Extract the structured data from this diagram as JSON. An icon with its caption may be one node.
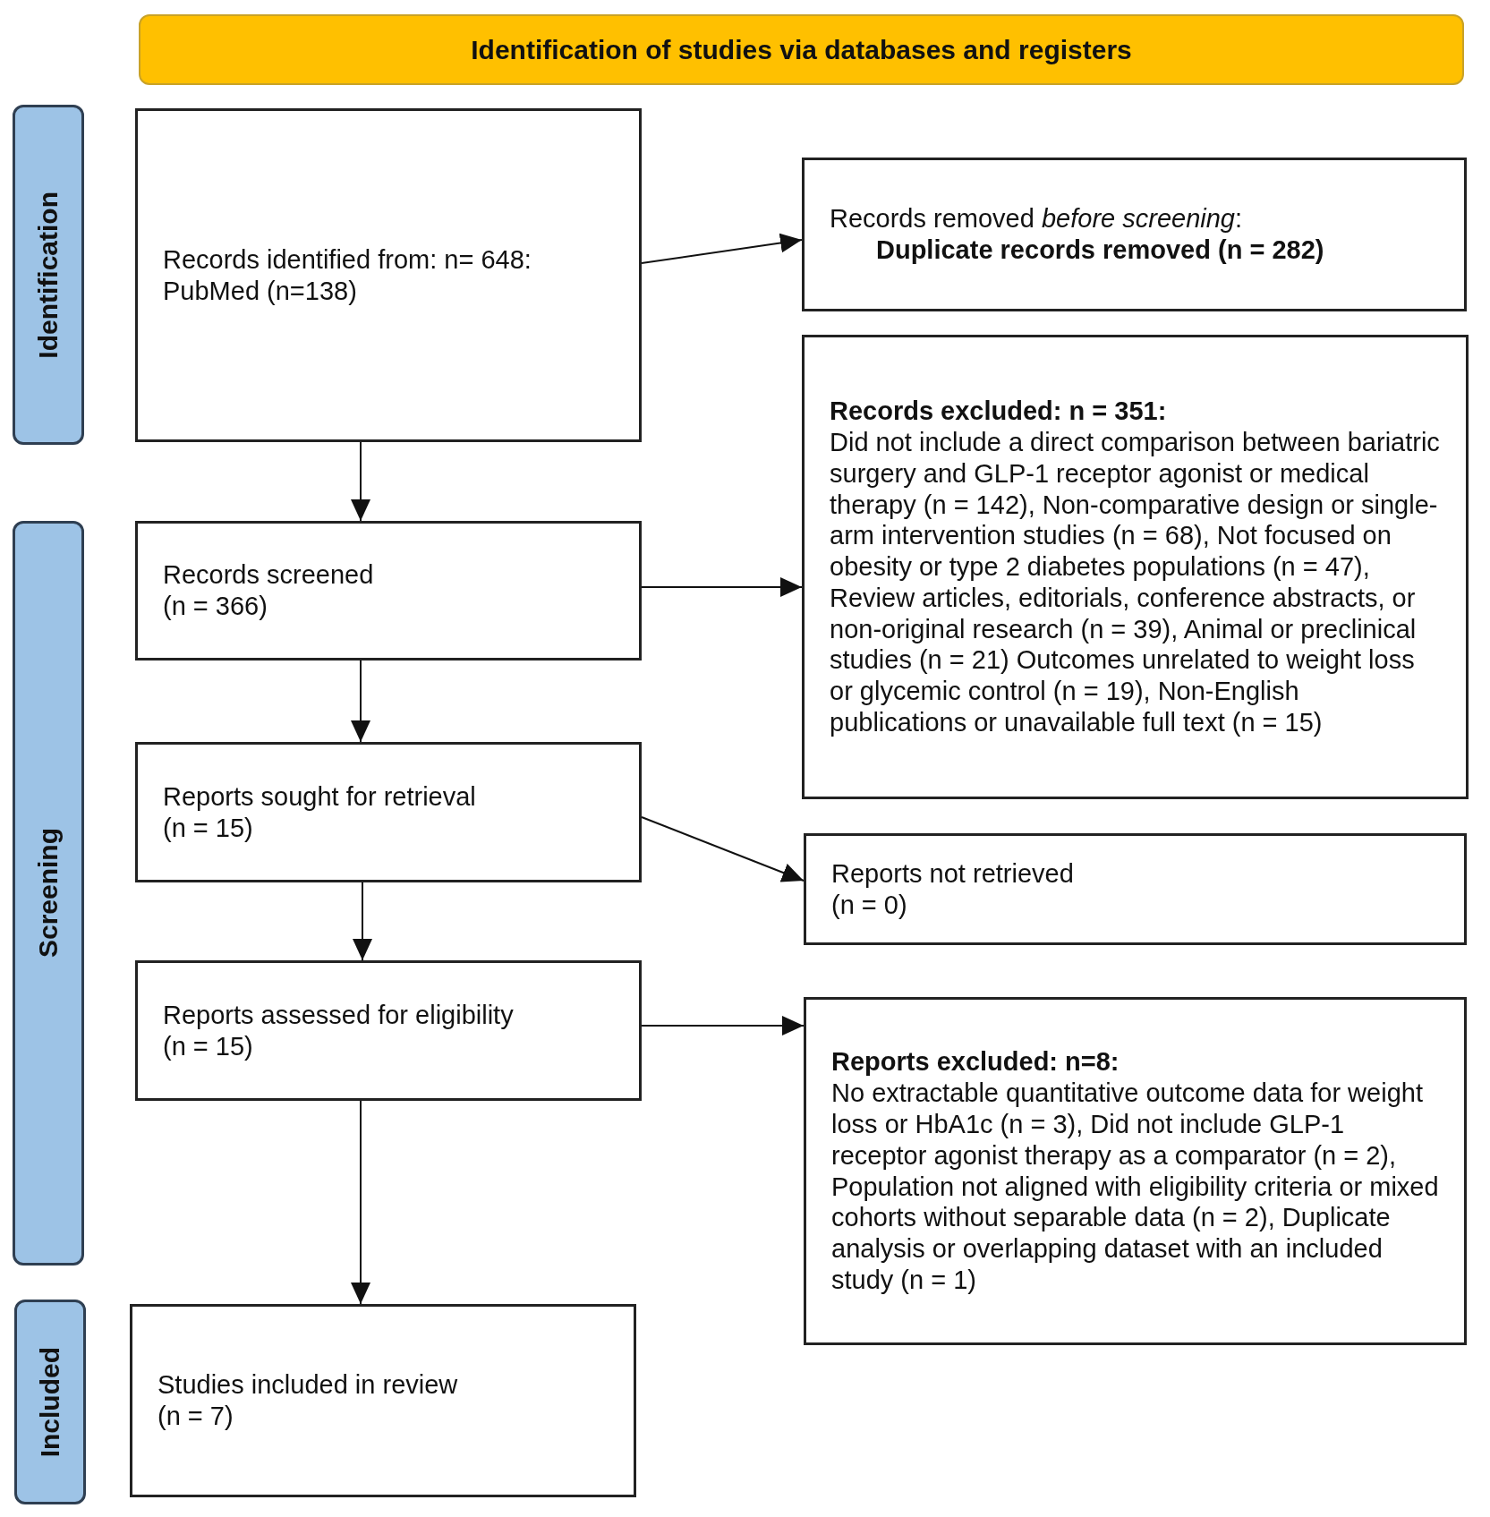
{
  "diagram": {
    "nodes": [
      {
        "text": [
          "Identification of studies via databases and registers"
        ]
      },
      {
        "text": [
          "Identification"
        ]
      },
      {
        "text": [
          "Screening"
        ]
      },
      {
        "text": [
          "Included"
        ]
      },
      {
        "text": [
          "Records identified from: n= 648: PubMed (n=138)"
        ]
      },
      {
        "text": [
          "Records removed *before screening*:",
          "Duplicate records removed (n = 282)"
        ]
      },
      {
        "text": [
          "Records screened",
          "(n = 366)"
        ]
      },
      {
        "text": [
          "Records excluded: n = 351:",
          "Did not include a direct comparison between bariatric surgery and GLP-1 receptor agonist or medical therapy (n = 142), Non-comparative design or single-arm intervention studies (n = 68), Not focused on obesity or type 2 diabetes populations (n = 47), Review articles, editorials, conference abstracts, or non-original research (n = 39), Animal or preclinical studies (n = 21) Outcomes unrelated to weight loss or glycemic control (n = 19), Non-English publications or unavailable full text (n = 15)"
        ]
      },
      {
        "text": [
          "Reports sought for retrieval",
          "(n = 15)"
        ]
      },
      {
        "text": [
          "Reports not retrieved",
          "(n = 0)"
        ]
      },
      {
        "text": [
          "Reports assessed for eligibility",
          "(n = 15)"
        ]
      },
      {
        "text": [
          "Reports excluded: n=8:",
          "No extractable quantitative outcome data for weight loss or HbA1c (n = 3), Did not include GLP-1 receptor agonist therapy as a comparator (n = 2), Population not aligned with eligibility criteria or mixed cohorts without separable data (n = 2), Duplicate analysis or overlapping dataset with an included study (n = 1)"
        ]
      },
      {
        "text": [
          "Studies included in review",
          "(n = 7)"
        ]
      }
    ],
    "edges": [
      {
        "from": 4,
        "to": 5,
        "arrow": "to"
      },
      {
        "from": 4,
        "to": 6,
        "arrow": "to"
      },
      {
        "from": 6,
        "to": 7,
        "arrow": "to"
      },
      {
        "from": 6,
        "to": 8,
        "arrow": "to"
      },
      {
        "from": 8,
        "to": 9,
        "arrow": "to"
      },
      {
        "from": 8,
        "to": 10,
        "arrow": "to"
      },
      {
        "from": 10,
        "to": 11,
        "arrow": "to"
      },
      {
        "from": 10,
        "to": 12,
        "arrow": "to"
      }
    ]
  }
}
